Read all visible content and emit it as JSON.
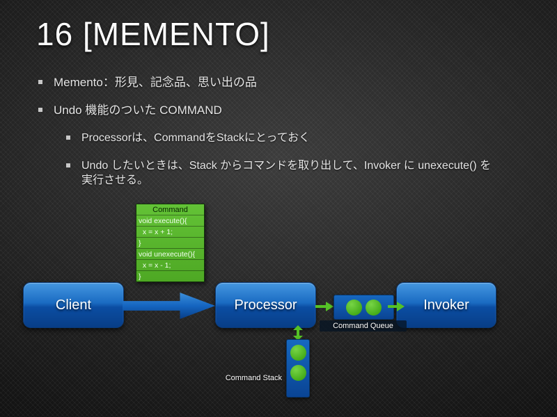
{
  "slide": {
    "title": "16 [MEMENTO]",
    "bullets": [
      {
        "text": "Memento：形見、記念品、思い出の品"
      },
      {
        "text": "Undo 機能のついた COMMAND"
      },
      {
        "text": "Processorは、CommandをStackにとっておく"
      },
      {
        "text": "Undo したいときは、Stack からコマンドを取り出して、Invoker に unexecute() を実行させる。"
      }
    ]
  },
  "diagram": {
    "command_box": {
      "title": "Command",
      "code_lines": [
        "void execute(){",
        "  x = x + 1;",
        "}",
        "void unexecute(){",
        "  x = x - 1;",
        "}"
      ]
    },
    "nodes": {
      "client": "Client",
      "processor": "Processor",
      "invoker": "Invoker"
    },
    "labels": {
      "queue": "Command Queue",
      "stack": "Command Stack"
    },
    "colors": {
      "node_blue": "#1565c0",
      "accent_green": "#4fbb21",
      "background": "#101010"
    }
  }
}
